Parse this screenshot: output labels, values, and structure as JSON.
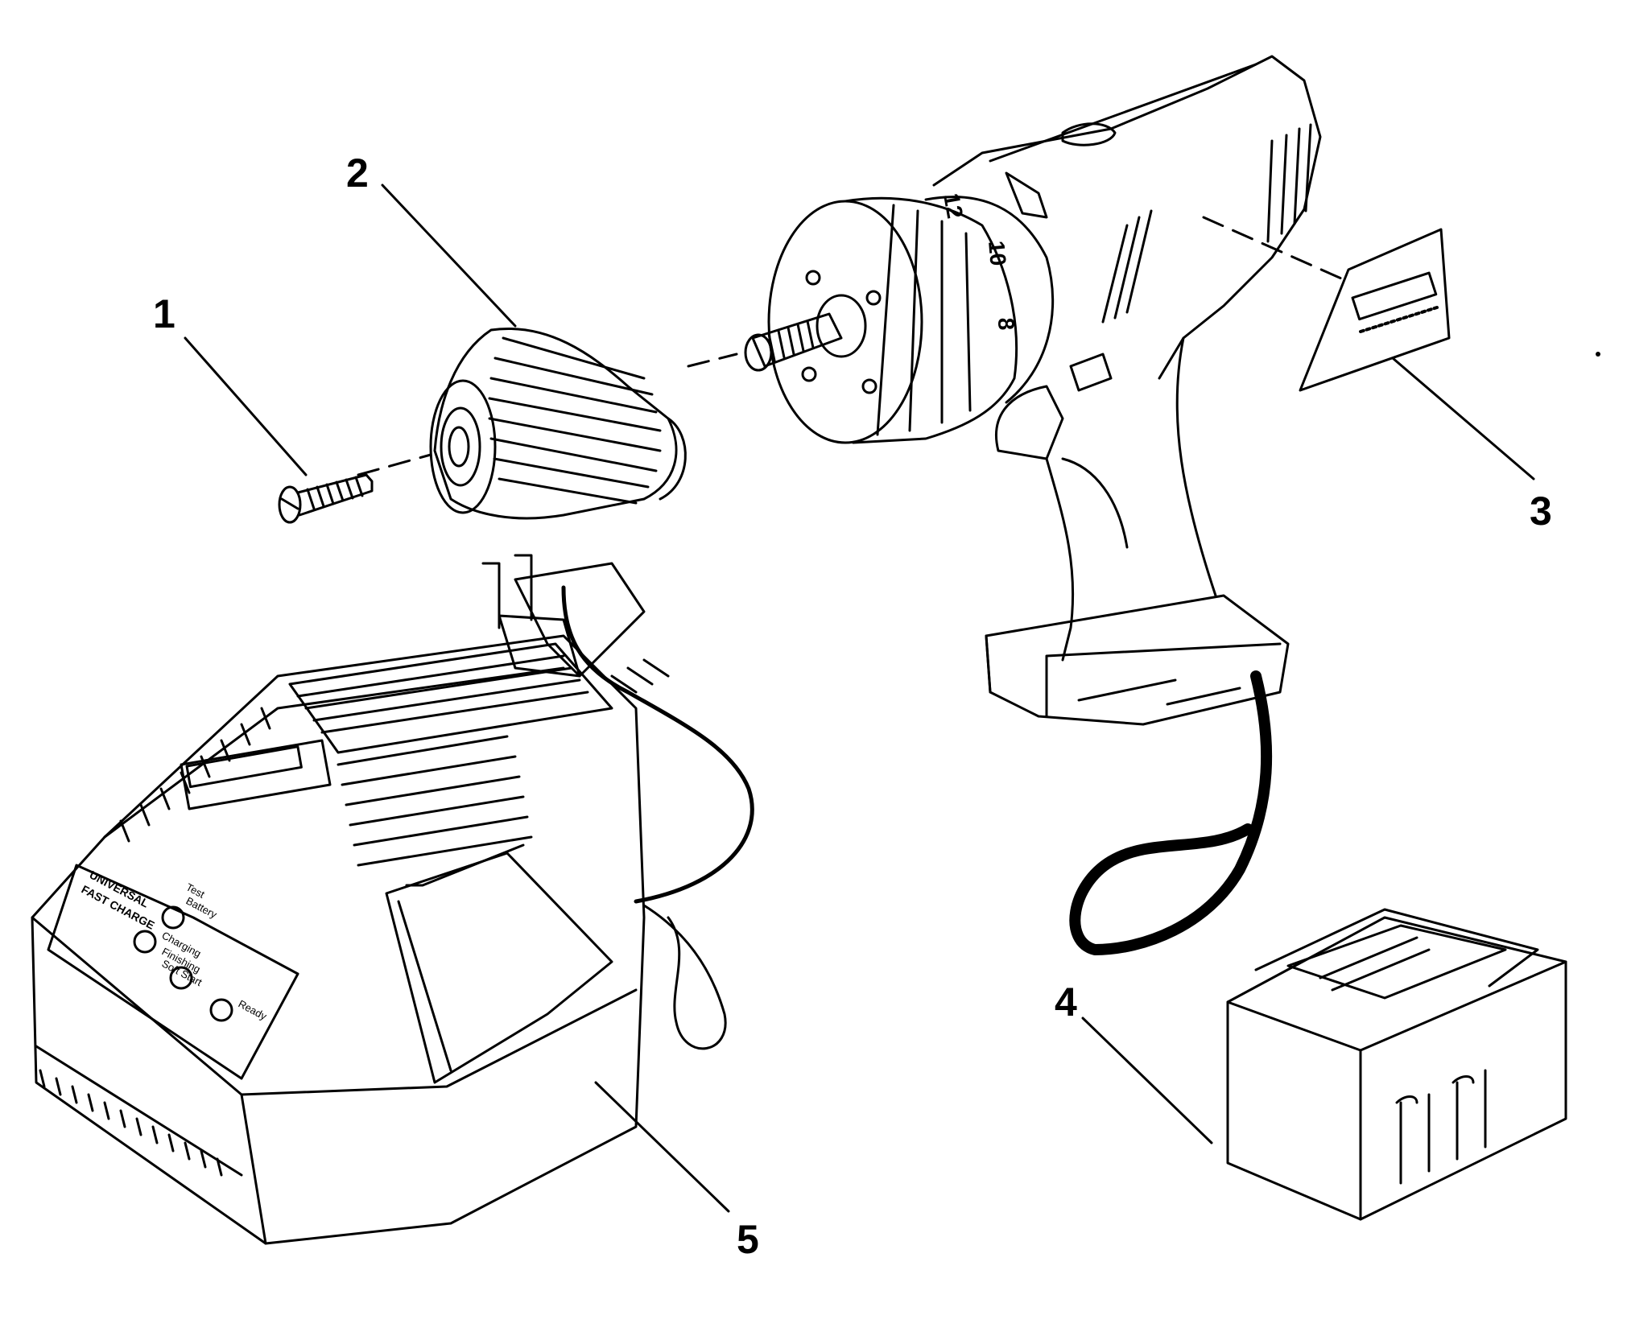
{
  "colors": {
    "ink": "#000000",
    "paper": "#ffffff"
  },
  "callouts": [
    {
      "id": "1",
      "label": "1"
    },
    {
      "id": "2",
      "label": "2"
    },
    {
      "id": "3",
      "label": "3"
    },
    {
      "id": "4",
      "label": "4"
    },
    {
      "id": "5",
      "label": "5"
    }
  ],
  "drill": {
    "clutch_numbers": [
      "12",
      "10",
      "8"
    ]
  },
  "charger": {
    "panel_title_line1": "UNIVERSAL",
    "panel_title_line2": "FAST CHARGE",
    "status_test_line1": "Test",
    "status_test_line2": "Battery",
    "status_charging": "Charging",
    "status_finishing_line1": "Finishing",
    "status_finishing_line2": "Soft Start",
    "status_ready": "Ready"
  }
}
